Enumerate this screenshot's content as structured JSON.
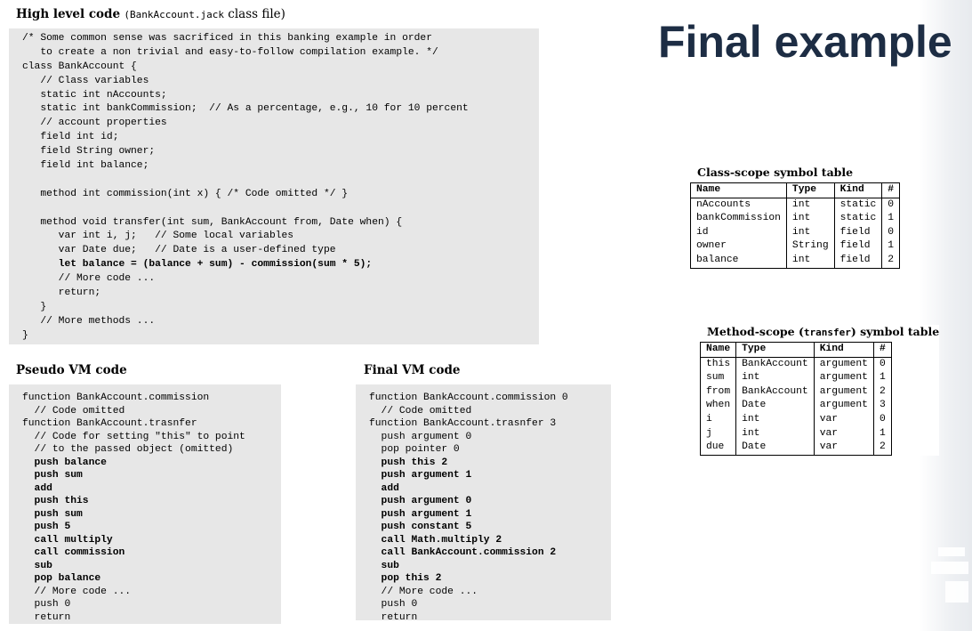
{
  "slide": {
    "title": "Final example"
  },
  "high_level": {
    "caption_bold": "High level code",
    "caption_mono": "(BankAccount.jack",
    "caption_rest": "class file)",
    "lines": [
      {
        "t": "/* Some common sense was sacrificed in this banking example in order",
        "b": false
      },
      {
        "t": "   to create a non trivial and easy-to-follow compilation example. */",
        "b": false
      },
      {
        "t": "class BankAccount {",
        "b": false
      },
      {
        "t": "   // Class variables",
        "b": false
      },
      {
        "t": "   static int nAccounts;",
        "b": false
      },
      {
        "t": "   static int bankCommission;  // As a percentage, e.g., 10 for 10 percent",
        "b": false
      },
      {
        "t": "   // account properties",
        "b": false
      },
      {
        "t": "   field int id;",
        "b": false
      },
      {
        "t": "   field String owner;",
        "b": false
      },
      {
        "t": "   field int balance;",
        "b": false
      },
      {
        "t": "",
        "b": false
      },
      {
        "t": "   method int commission(int x) { /* Code omitted */ }",
        "b": false
      },
      {
        "t": "",
        "b": false
      },
      {
        "t": "   method void transfer(int sum, BankAccount from, Date when) {",
        "b": false
      },
      {
        "t": "      var int i, j;   // Some local variables",
        "b": false
      },
      {
        "t": "      var Date due;   // Date is a user-defined type",
        "b": false
      },
      {
        "t": "      let balance = (balance + sum) - commission(sum * 5);",
        "b": true
      },
      {
        "t": "      // More code ...",
        "b": false
      },
      {
        "t": "      return;",
        "b": false
      },
      {
        "t": "   }",
        "b": false
      },
      {
        "t": "   // More methods ...",
        "b": false
      },
      {
        "t": "}",
        "b": false
      }
    ]
  },
  "pseudo_vm": {
    "caption": "Pseudo VM code",
    "lines": [
      {
        "t": "function BankAccount.commission",
        "b": false
      },
      {
        "t": "  // Code omitted",
        "b": false
      },
      {
        "t": "function BankAccount.trasnfer",
        "b": false
      },
      {
        "t": "  // Code for setting \"this\" to point",
        "b": false
      },
      {
        "t": "  // to the passed object (omitted)",
        "b": false
      },
      {
        "t": "  push balance",
        "b": true
      },
      {
        "t": "  push sum",
        "b": true
      },
      {
        "t": "  add",
        "b": true
      },
      {
        "t": "  push this",
        "b": true
      },
      {
        "t": "  push sum",
        "b": true
      },
      {
        "t": "  push 5",
        "b": true
      },
      {
        "t": "  call multiply",
        "b": true
      },
      {
        "t": "  call commission",
        "b": true
      },
      {
        "t": "  sub",
        "b": true
      },
      {
        "t": "  pop balance",
        "b": true
      },
      {
        "t": "  // More code ...",
        "b": false
      },
      {
        "t": "  push 0",
        "b": false
      },
      {
        "t": "  return",
        "b": false
      }
    ]
  },
  "final_vm": {
    "caption": "Final VM code",
    "lines": [
      {
        "t": "function BankAccount.commission 0",
        "b": false
      },
      {
        "t": "  // Code omitted",
        "b": false
      },
      {
        "t": "function BankAccount.trasnfer 3",
        "b": false
      },
      {
        "t": "  push argument 0",
        "b": false
      },
      {
        "t": "  pop pointer 0",
        "b": false
      },
      {
        "t": "  push this 2",
        "b": true
      },
      {
        "t": "  push argument 1",
        "b": true
      },
      {
        "t": "  add",
        "b": true
      },
      {
        "t": "  push argument 0",
        "b": true
      },
      {
        "t": "  push argument 1",
        "b": true
      },
      {
        "t": "  push constant 5",
        "b": true
      },
      {
        "t": "  call Math.multiply 2",
        "b": true
      },
      {
        "t": "  call BankAccount.commission 2",
        "b": true
      },
      {
        "t": "  sub",
        "b": true
      },
      {
        "t": "  pop this 2",
        "b": true
      },
      {
        "t": "  // More code ...",
        "b": false
      },
      {
        "t": "  push 0",
        "b": false
      },
      {
        "t": "  return",
        "b": false
      }
    ]
  },
  "class_table": {
    "title": "Class-scope symbol table",
    "headers": [
      "Name",
      "Type",
      "Kind",
      "#"
    ],
    "rows": [
      [
        "nAccounts",
        "int",
        "static",
        "0"
      ],
      [
        "bankCommission",
        "int",
        "static",
        "1"
      ],
      [
        "id",
        "int",
        "field",
        "0"
      ],
      [
        "owner",
        "String",
        "field",
        "1"
      ],
      [
        "balance",
        "int",
        "field",
        "2"
      ]
    ]
  },
  "method_table": {
    "title_pre": "Method-scope (",
    "title_mono": "transfer",
    "title_post": ") symbol table",
    "headers": [
      "Name",
      "Type",
      "Kind",
      "#"
    ],
    "rows": [
      [
        "this",
        "BankAccount",
        "argument",
        "0"
      ],
      [
        "sum",
        "int",
        "argument",
        "1"
      ],
      [
        "from",
        "BankAccount",
        "argument",
        "2"
      ],
      [
        "when",
        "Date",
        "argument",
        "3"
      ],
      [
        "i",
        "int",
        "var",
        "0"
      ],
      [
        "j",
        "int",
        "var",
        "1"
      ],
      [
        "due",
        "Date",
        "var",
        "2"
      ]
    ]
  }
}
